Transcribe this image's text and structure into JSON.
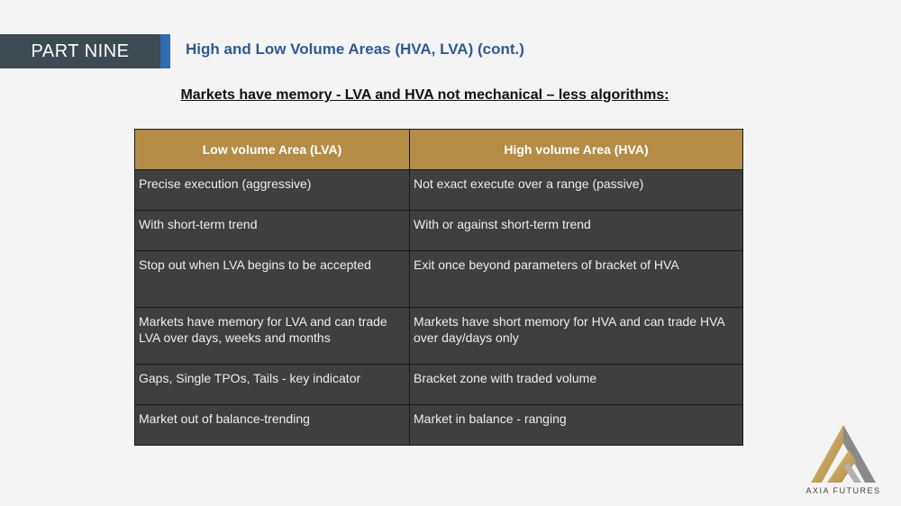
{
  "header": {
    "part_label": "PART NINE",
    "section_title": "High and Low Volume Areas (HVA, LVA) (cont.)"
  },
  "subtitle": "Markets have memory - LVA and HVA not mechanical – less algorithms:",
  "table": {
    "headers": [
      "Low volume Area (LVA)",
      "High volume Area (HVA)"
    ],
    "rows": [
      [
        "Precise execution (aggressive)",
        "Not exact execute over a range (passive)"
      ],
      [
        "With short-term trend",
        "With or against short-term trend"
      ],
      [
        "Stop out when LVA begins to be accepted",
        "Exit once beyond parameters of bracket of HVA"
      ],
      [
        "Markets have memory for LVA and can trade LVA over days, weeks and months",
        "Markets have short memory for HVA and can trade HVA over day/days only"
      ],
      [
        "Gaps, Single TPOs, Tails - key indicator",
        "Bracket zone with traded volume"
      ],
      [
        "Market out of balance-trending",
        "Market in balance - ranging"
      ]
    ]
  },
  "logo": {
    "icon": "axia-futures-logo-icon",
    "text": "AXIA FUTURES"
  },
  "colors": {
    "badge_bg": "#3c4a52",
    "badge_accent": "#2f6cb2",
    "title": "#2e5a96",
    "table_header": "#b58c45",
    "table_cell": "#3f3f3f",
    "logo_gold": "#c8a35a"
  }
}
